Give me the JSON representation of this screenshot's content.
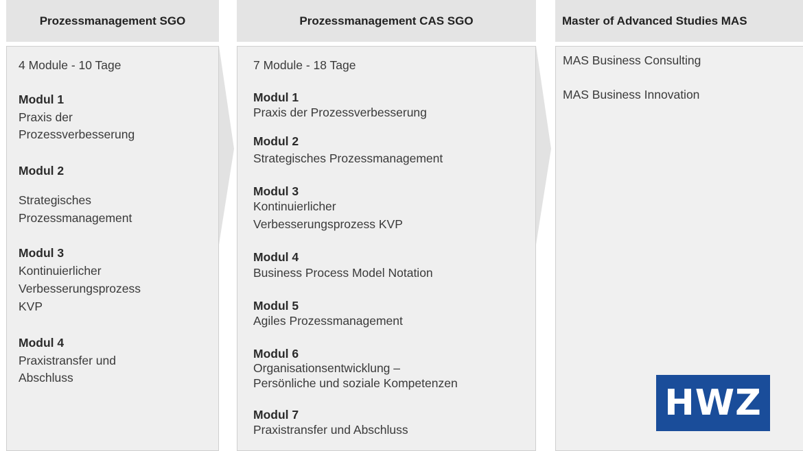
{
  "columns": [
    {
      "title": "Prozessmanagement SGO",
      "summary": "4 Module - 10 Tage",
      "modules": [
        {
          "label": "Modul 1",
          "lines": [
            "Praxis der",
            "Prozessverbesserung"
          ]
        },
        {
          "label": "Modul 2",
          "lines": [
            "Strategisches",
            "Prozessmanagement"
          ]
        },
        {
          "label": "Modul 3",
          "lines": [
            "Kontinuierlicher",
            "Verbesserungsprozess",
            "KVP"
          ]
        },
        {
          "label": "Modul 4",
          "lines": [
            "Praxistransfer und",
            "Abschluss"
          ]
        }
      ]
    },
    {
      "title": "Prozessmanagement CAS SGO",
      "summary": "7 Module - 18 Tage",
      "modules": [
        {
          "label": "Modul 1",
          "lines": [
            "Praxis der Prozessverbesserung"
          ]
        },
        {
          "label": "Modul 2",
          "lines": [
            "Strategisches Prozessmanagement"
          ]
        },
        {
          "label": "Modul 3",
          "lines": [
            "Kontinuierlicher",
            "Verbesserungsprozess KVP"
          ]
        },
        {
          "label": "Modul 4",
          "lines": [
            "Business Process Model Notation"
          ]
        },
        {
          "label": "Modul 5",
          "lines": [
            "Agiles Prozessmanagement"
          ]
        },
        {
          "label": "Modul 6",
          "lines": [
            "Organisationsentwicklung –",
            "Persönliche und soziale Kompetenzen"
          ]
        },
        {
          "label": "Modul 7",
          "lines": [
            "Praxistransfer und Abschluss"
          ]
        }
      ]
    },
    {
      "title": "Master of Advanced Studies MAS",
      "items": [
        "MAS Business Consulting",
        "MAS Business Innovation"
      ]
    }
  ],
  "logo": {
    "text": "HWZ",
    "color": "#1a4d9a"
  },
  "colors": {
    "header": "#e4e4e4",
    "panel": "#efefef",
    "arrow": "#e2e2e2"
  }
}
